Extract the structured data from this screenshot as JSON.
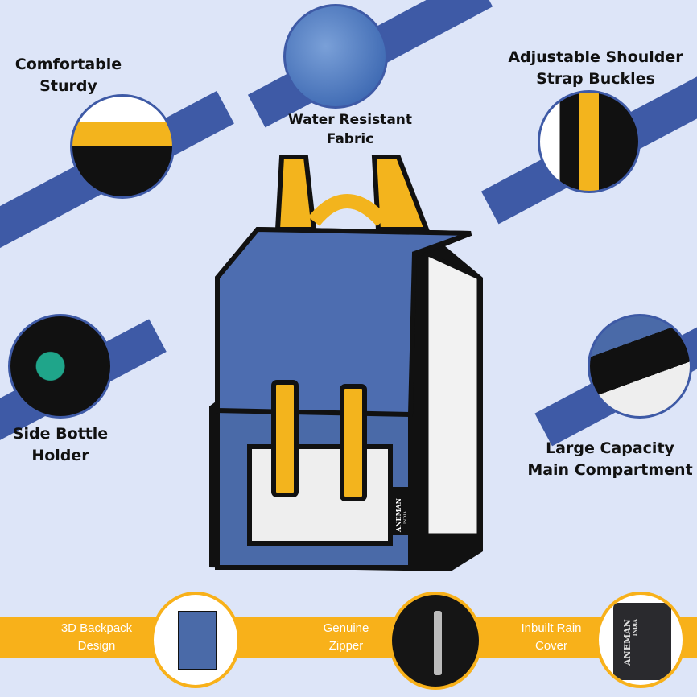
{
  "features": {
    "comfortable": "Comfortable\nSturdy",
    "water": "Water Resistant\nFabric",
    "buckles": "Adjustable Shoulder\nStrap Buckles",
    "bottle": "Side Bottle\nHolder",
    "capacity": "Large Capacity\nMain Compartment"
  },
  "bottom_bar": {
    "design": "3D Backpack\nDesign",
    "zipper": "Genuine\nZipper",
    "rain": "Inbuilt Rain\nCover"
  },
  "brand": {
    "name": "ANEMAN",
    "sub": "INDIA"
  },
  "colors": {
    "background": "#dde5f8",
    "band": "#3e5aa6",
    "accent": "#f8b11a",
    "bag_blue": "#4a6aa8"
  }
}
